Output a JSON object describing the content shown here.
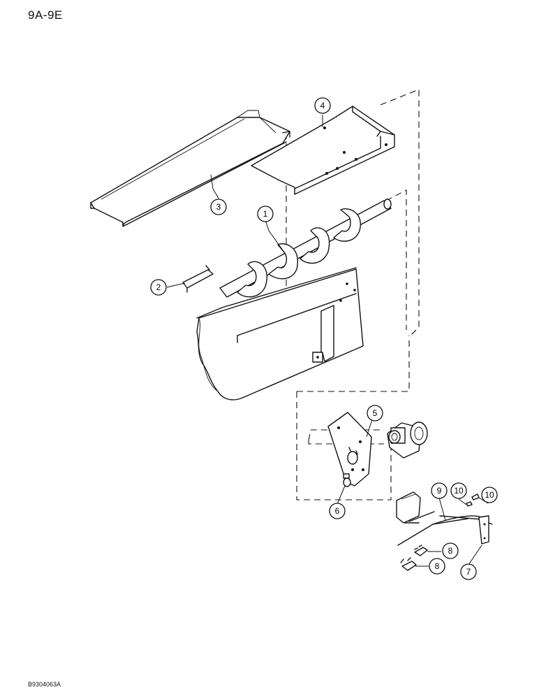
{
  "page_code": "9A-9E",
  "figure_code": "B9304063A",
  "callouts": {
    "c1": "1",
    "c2": "2",
    "c3": "3",
    "c4": "4",
    "c5": "5",
    "c6": "6",
    "c7": "7",
    "c8a": "8",
    "c8b": "8",
    "c9": "9",
    "c10a": "10",
    "c10b": "10"
  }
}
